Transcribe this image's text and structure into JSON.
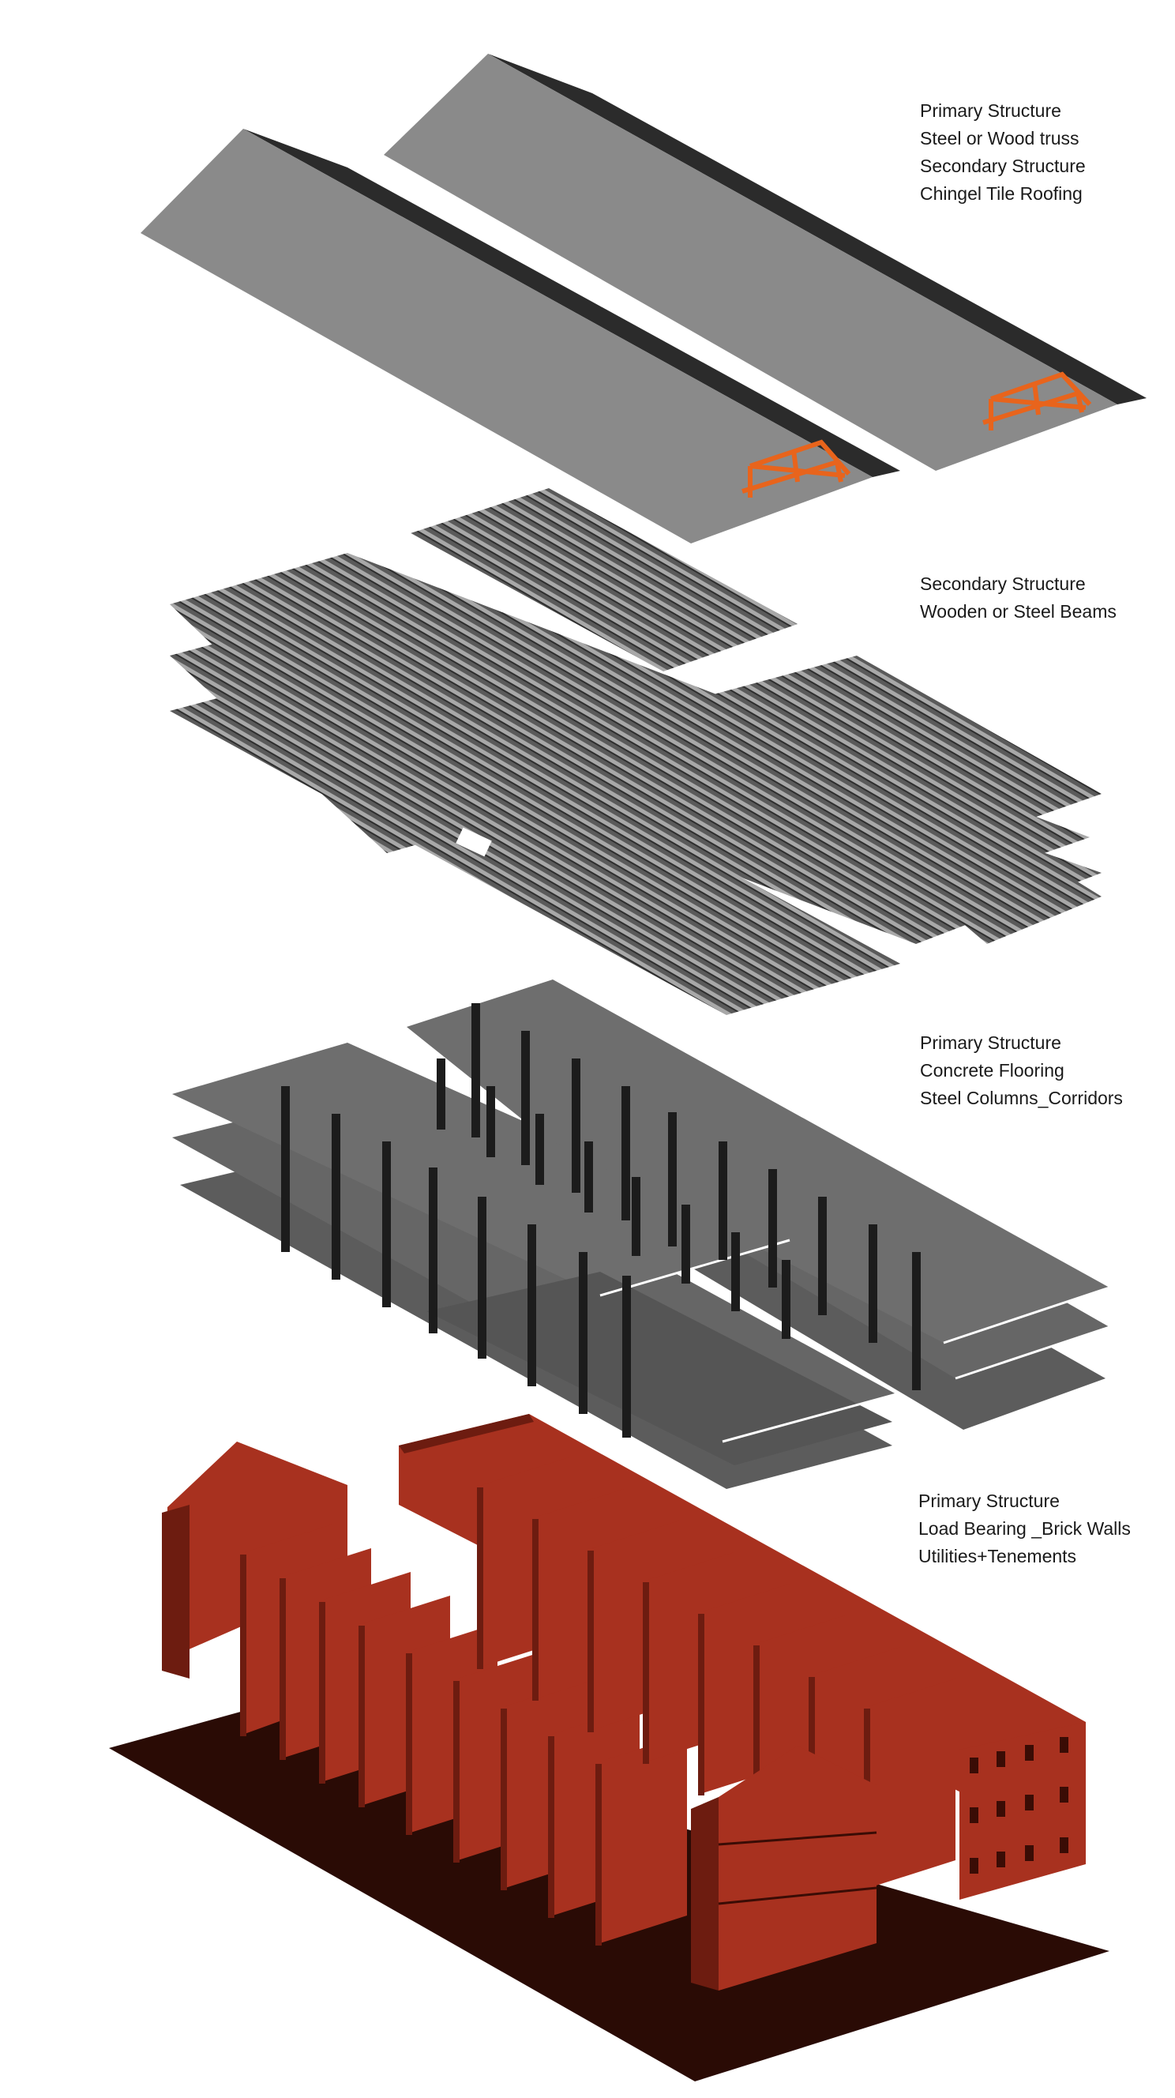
{
  "labels": {
    "roof": [
      "Primary Structure",
      "Steel or Wood truss",
      "Secondary Structure",
      "Chingel Tile Roofing"
    ],
    "beams": [
      "Secondary Structure",
      "Wooden or Steel Beams"
    ],
    "floors": [
      "Primary Structure",
      "Concrete Flooring",
      "Steel Columns_Corridors"
    ],
    "walls": [
      "Primary Structure",
      "Load Bearing _Brick Walls",
      "Utilities+Tenements"
    ]
  },
  "colors": {
    "roof_face": "#8a8a8a",
    "roof_shadow": "#2b2b2b",
    "truss": "#e8641c",
    "beam_light": "#9a9a9a",
    "beam_dark": "#3a3a3a",
    "slab": "#6a6a6a",
    "column": "#1c1c1c",
    "brick": "#a8311f",
    "brick_dark": "#6d1c10",
    "ground": "#2a0b05"
  }
}
